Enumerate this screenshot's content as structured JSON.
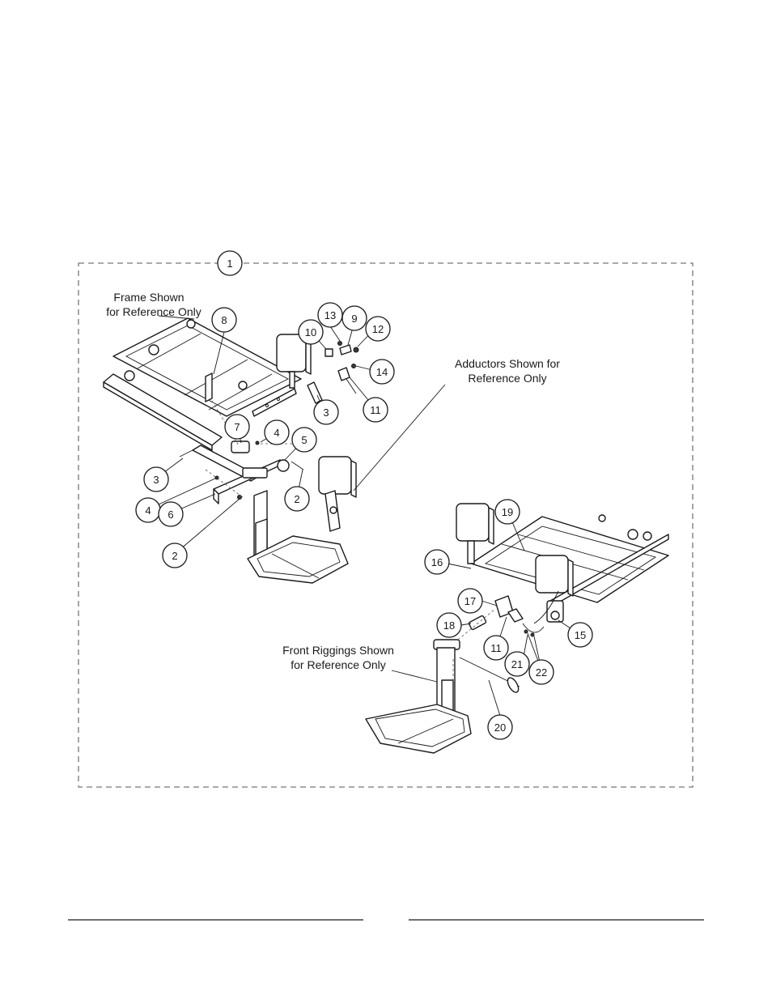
{
  "diagram": {
    "assembly_callout": "1",
    "notes": {
      "frame": [
        "Frame Shown",
        "for Reference Only"
      ],
      "adductors": [
        "Adductors Shown for",
        "Reference Only"
      ],
      "front_riggings": [
        "Front Riggings Shown",
        "for Reference Only"
      ]
    },
    "callouts": [
      {
        "id": "c8",
        "label": "8"
      },
      {
        "id": "c13",
        "label": "13"
      },
      {
        "id": "c9",
        "label": "9"
      },
      {
        "id": "c12",
        "label": "12"
      },
      {
        "id": "c10",
        "label": "10"
      },
      {
        "id": "c14",
        "label": "14"
      },
      {
        "id": "c3a",
        "label": "3"
      },
      {
        "id": "c11a",
        "label": "11"
      },
      {
        "id": "c7",
        "label": "7"
      },
      {
        "id": "c4a",
        "label": "4"
      },
      {
        "id": "c5",
        "label": "5"
      },
      {
        "id": "c3b",
        "label": "3"
      },
      {
        "id": "c2a",
        "label": "2"
      },
      {
        "id": "c4b",
        "label": "4"
      },
      {
        "id": "c6",
        "label": "6"
      },
      {
        "id": "c2b",
        "label": "2"
      },
      {
        "id": "c19",
        "label": "19"
      },
      {
        "id": "c16",
        "label": "16"
      },
      {
        "id": "c17",
        "label": "17"
      },
      {
        "id": "c18",
        "label": "18"
      },
      {
        "id": "c11b",
        "label": "11"
      },
      {
        "id": "c15",
        "label": "15"
      },
      {
        "id": "c21",
        "label": "21"
      },
      {
        "id": "c22",
        "label": "22"
      },
      {
        "id": "c20",
        "label": "20"
      }
    ]
  }
}
